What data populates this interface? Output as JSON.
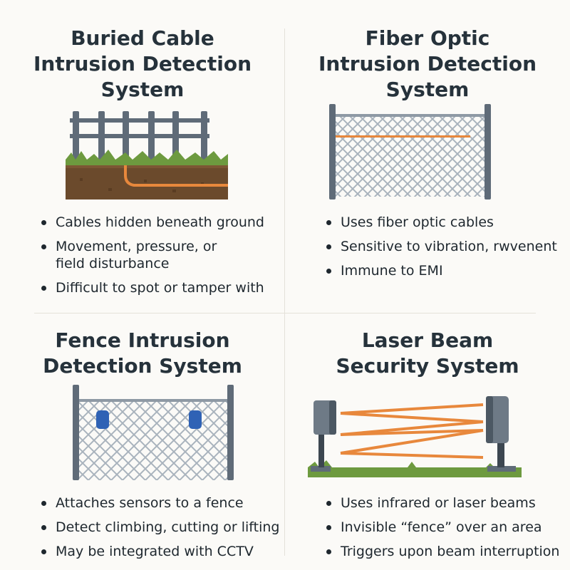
{
  "panels": [
    {
      "title": [
        "Buried Cable",
        "Intrusion Detection",
        "System"
      ],
      "bullets": [
        [
          "Cables hidden beneath ground"
        ],
        [
          "Movement, pressure, or",
          "field disturbance"
        ],
        [
          "Difficult to spot or tamper with"
        ]
      ]
    },
    {
      "title": [
        "Fiber Optic",
        "Intrusion Detection",
        "System"
      ],
      "bullets": [
        [
          "Uses fiber optic cables"
        ],
        [
          "Sensitive to vibration, rwvenent"
        ],
        [
          "Immune to EMI"
        ]
      ]
    },
    {
      "title": [
        "Fence Intrusion",
        "Detection System"
      ],
      "bullets": [
        [
          "Attaches sensors to a fence"
        ],
        [
          "Detect climbing, cutting or lifting"
        ],
        [
          "May be integrated with CCTV"
        ]
      ]
    },
    {
      "title": [
        "Laser Beam",
        "Security System"
      ],
      "bullets": [
        [
          "Uses infrared or laser beams"
        ],
        [
          "Invisible “fence” over an area"
        ],
        [
          "Triggers upon beam interruption"
        ]
      ]
    }
  ],
  "colors": {
    "cable_orange": "#e8883c",
    "soil": "#6b4a2c",
    "grass": "#6d9a3f",
    "post_gray": "#5f6b78",
    "sensor_blue": "#2f62b5",
    "mesh": "#a9b3bd"
  },
  "icons": [
    "buried-cable-illustration",
    "fiber-fence-illustration",
    "fence-sensor-illustration",
    "laser-beam-illustration"
  ]
}
